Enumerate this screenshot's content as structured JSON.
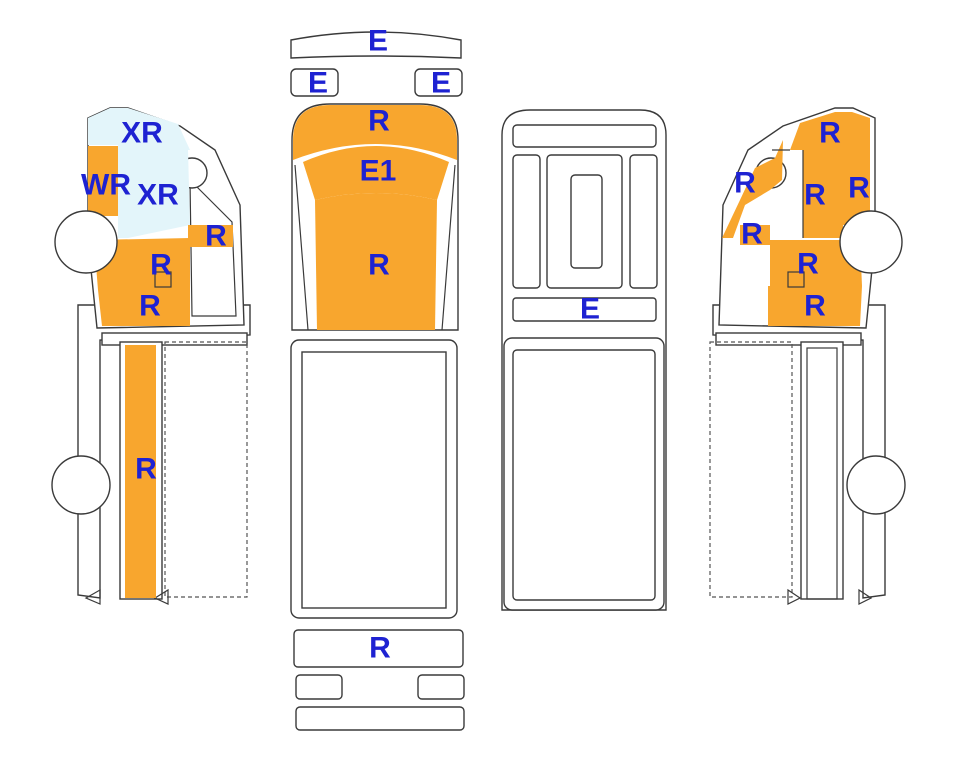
{
  "colors": {
    "panel": "#F8A62E",
    "light": "#E3F5FA",
    "label": "#1E22D2",
    "outline": "#3a3a3a"
  },
  "labels": {
    "front_top": "E",
    "front_left_small": "E",
    "front_right_small": "E",
    "hood": "R",
    "windshield": "E1",
    "roof": "R",
    "rear_bumper": "R",
    "rear_top_panel": "E",
    "left_upper_window": "XR",
    "left_w": "WR",
    "left_door_window": "XR",
    "left_side_small": "R",
    "left_door_upper": "R",
    "left_door_lower": "R",
    "left_bed_strip": "R",
    "right_upper": "R",
    "right_window": "R",
    "right_door_upper": "R",
    "right_side_edge": "R",
    "right_mid": "R",
    "right_door_mid": "R",
    "right_door_lower": "R"
  }
}
